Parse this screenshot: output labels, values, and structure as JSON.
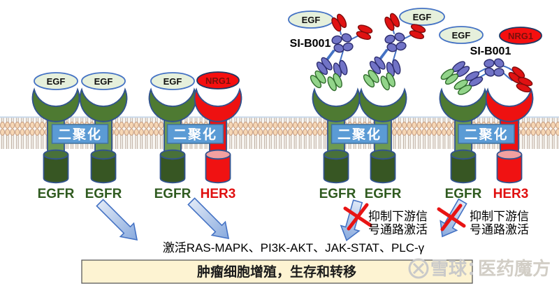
{
  "colors": {
    "egfr_green": "#4e7a32",
    "egfr_dark_green": "#375623",
    "her3_red": "#ee1111",
    "dimer_box_blue": "#5b9bd5",
    "ligand_egf_fill": "#e6f0dc",
    "nrg1_red": "#f50f0f",
    "antibody_purple": "#7173c6",
    "antibody_green": "#92d48a",
    "antibody_red": "#e01212",
    "arrow_blue": "#4472c4",
    "inhibit_x_red": "#e81414",
    "outcome_box_fill": "#fdf3d2",
    "membrane_head": "#f6d7b5"
  },
  "left_section": {
    "egfr_egfr_pair": {
      "ligand_1": "EGF",
      "ligand_2": "EGF",
      "dimer_label": "二聚化",
      "receptor_1": "EGFR",
      "receptor_2": "EGFR"
    },
    "egfr_her3_pair": {
      "ligand_1": "EGF",
      "ligand_2": "NRG1",
      "dimer_label": "二聚化",
      "receptor_1": "EGFR",
      "receptor_2": "HER3"
    }
  },
  "right_section": {
    "antibody_1_label": "SI-B001",
    "antibody_2_label": "SI-B001",
    "floating_ligands": {
      "egf_1": "EGF",
      "egf_2": "EGF",
      "egf_3": "EGF",
      "nrg1": "NRG1"
    },
    "egfr_egfr_pair": {
      "dimer_label": "二聚化",
      "receptor_1": "EGFR",
      "receptor_2": "EGFR",
      "inhibition_line_1": "抑制下游信",
      "inhibition_line_2": "号通路激活"
    },
    "egfr_her3_pair": {
      "dimer_label": "二聚化",
      "receptor_1": "EGFR",
      "receptor_2": "HER3",
      "inhibition_line_1": "抑制下游信",
      "inhibition_line_2": "号通路激活"
    }
  },
  "bottom_section": {
    "pathway_text": "激活RAS-MAPK、PI3K-AKT、JAK-STAT、PLC-γ",
    "outcome_text": "肿瘤细胞增殖，生存和转移"
  },
  "watermark": {
    "brand": "雪球",
    "separator": "：",
    "source": "医药魔方"
  }
}
